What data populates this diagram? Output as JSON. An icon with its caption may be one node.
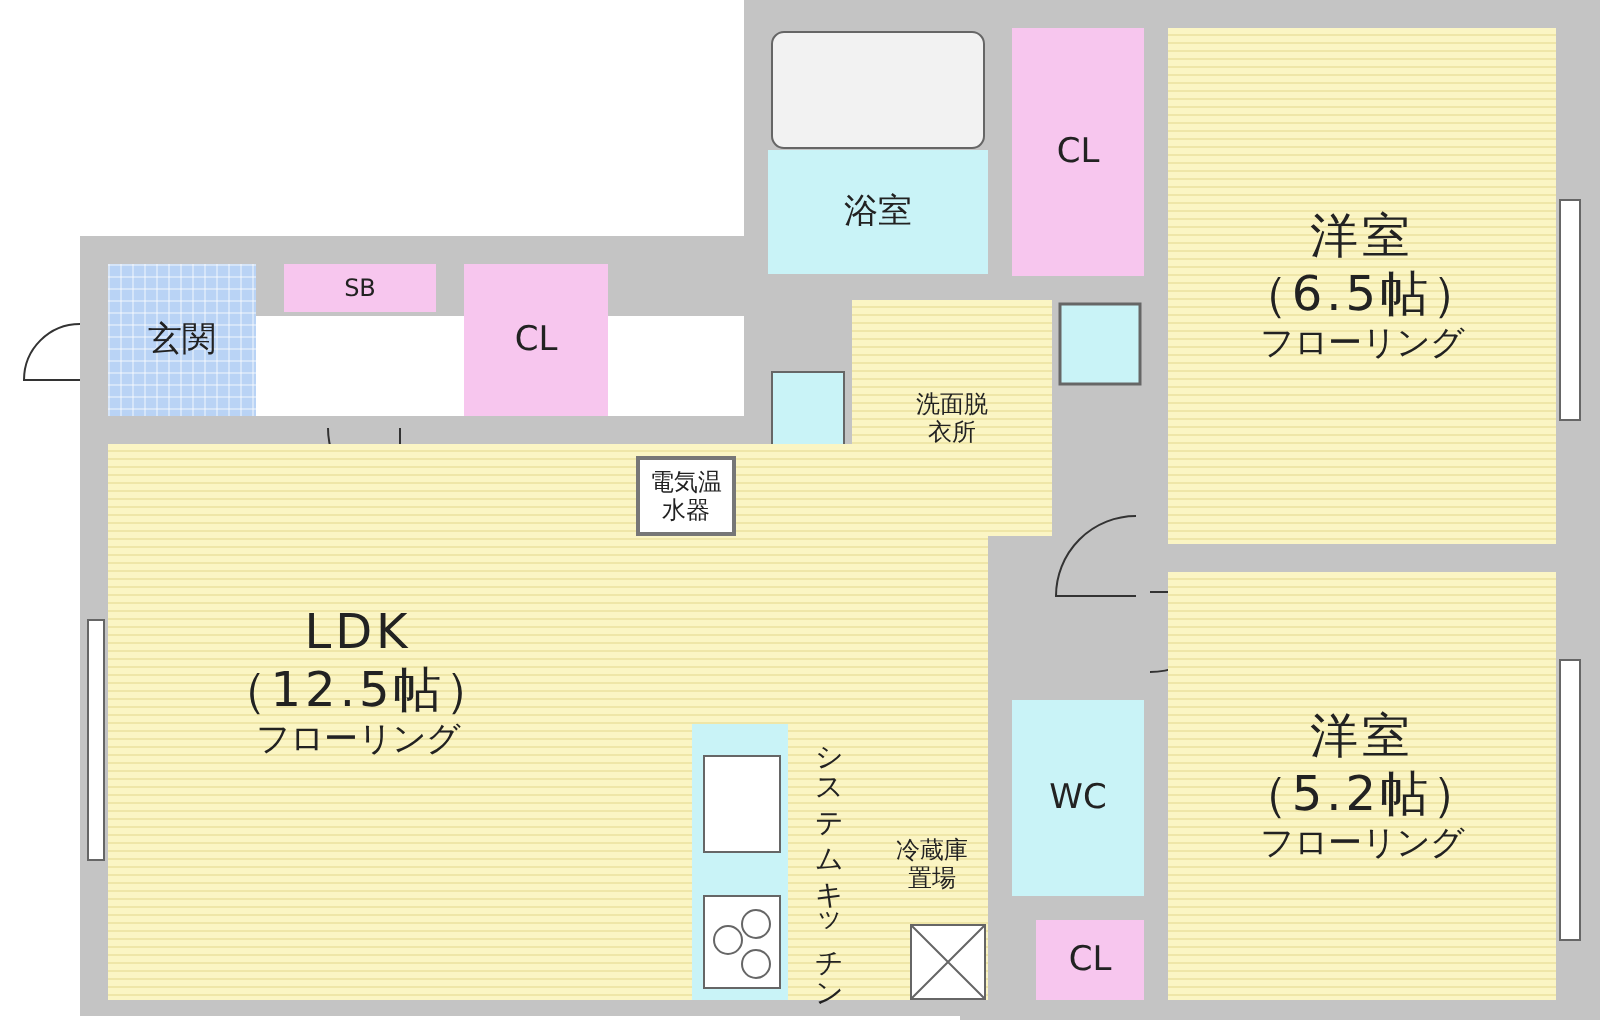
{
  "diagram": {
    "nodes": [
      {
        "text": [
          "浴室"
        ]
      },
      {
        "text": [
          "CL"
        ]
      },
      {
        "text": [
          "洋室",
          "（6.5帖）",
          "フローリング"
        ]
      },
      {
        "text": [
          "玄関"
        ]
      },
      {
        "text": [
          "SB"
        ]
      },
      {
        "text": [
          "CL"
        ]
      },
      {
        "text": [
          "洗面脱衣所"
        ]
      },
      {
        "text": [
          "LDK",
          "（12.5帖）",
          "フローリング"
        ]
      },
      {
        "text": [
          "電気温水器"
        ],
        "in": 7
      },
      {
        "text": [
          "システムキッチン"
        ],
        "in": 7
      },
      {
        "text": [
          "冷蔵庫置場"
        ],
        "in": 7
      },
      {
        "text": [
          "WC"
        ]
      },
      {
        "text": [
          "洋室",
          "（5.2帖）",
          "フローリング"
        ]
      },
      {
        "text": [
          "CL"
        ]
      }
    ],
    "edges": []
  }
}
